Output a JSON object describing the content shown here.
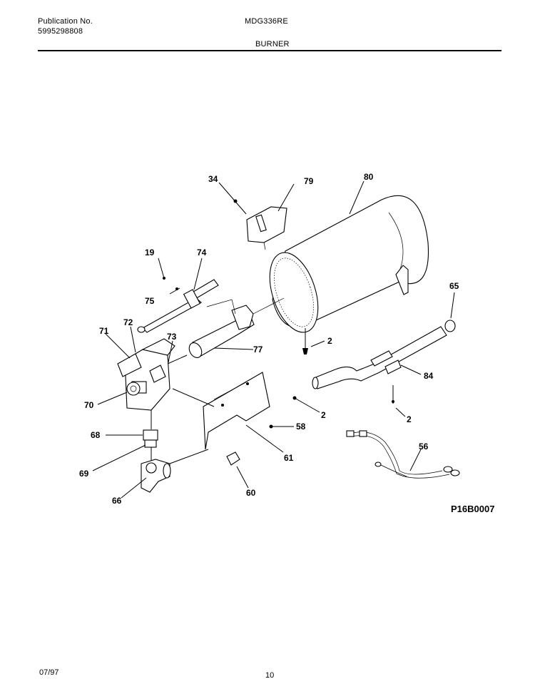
{
  "header": {
    "publication_label": "Publication No.",
    "publication_number": "5995298808",
    "model": "MDG336RE",
    "section": "BURNER"
  },
  "diagram": {
    "code": "P16B0007",
    "labels": {
      "l34": "34",
      "l79": "79",
      "l80": "80",
      "l19": "19",
      "l74": "74",
      "l75": "75",
      "l65": "65",
      "l71": "71",
      "l72": "72",
      "l73": "73",
      "l77": "77",
      "l2a": "2",
      "l84": "84",
      "l70": "70",
      "l2b": "2",
      "l2c": "2",
      "l58": "58",
      "l68": "68",
      "l56": "56",
      "l61": "61",
      "l69": "69",
      "l60": "60",
      "l66": "66"
    }
  },
  "footer": {
    "date": "07/97",
    "page": "10"
  }
}
